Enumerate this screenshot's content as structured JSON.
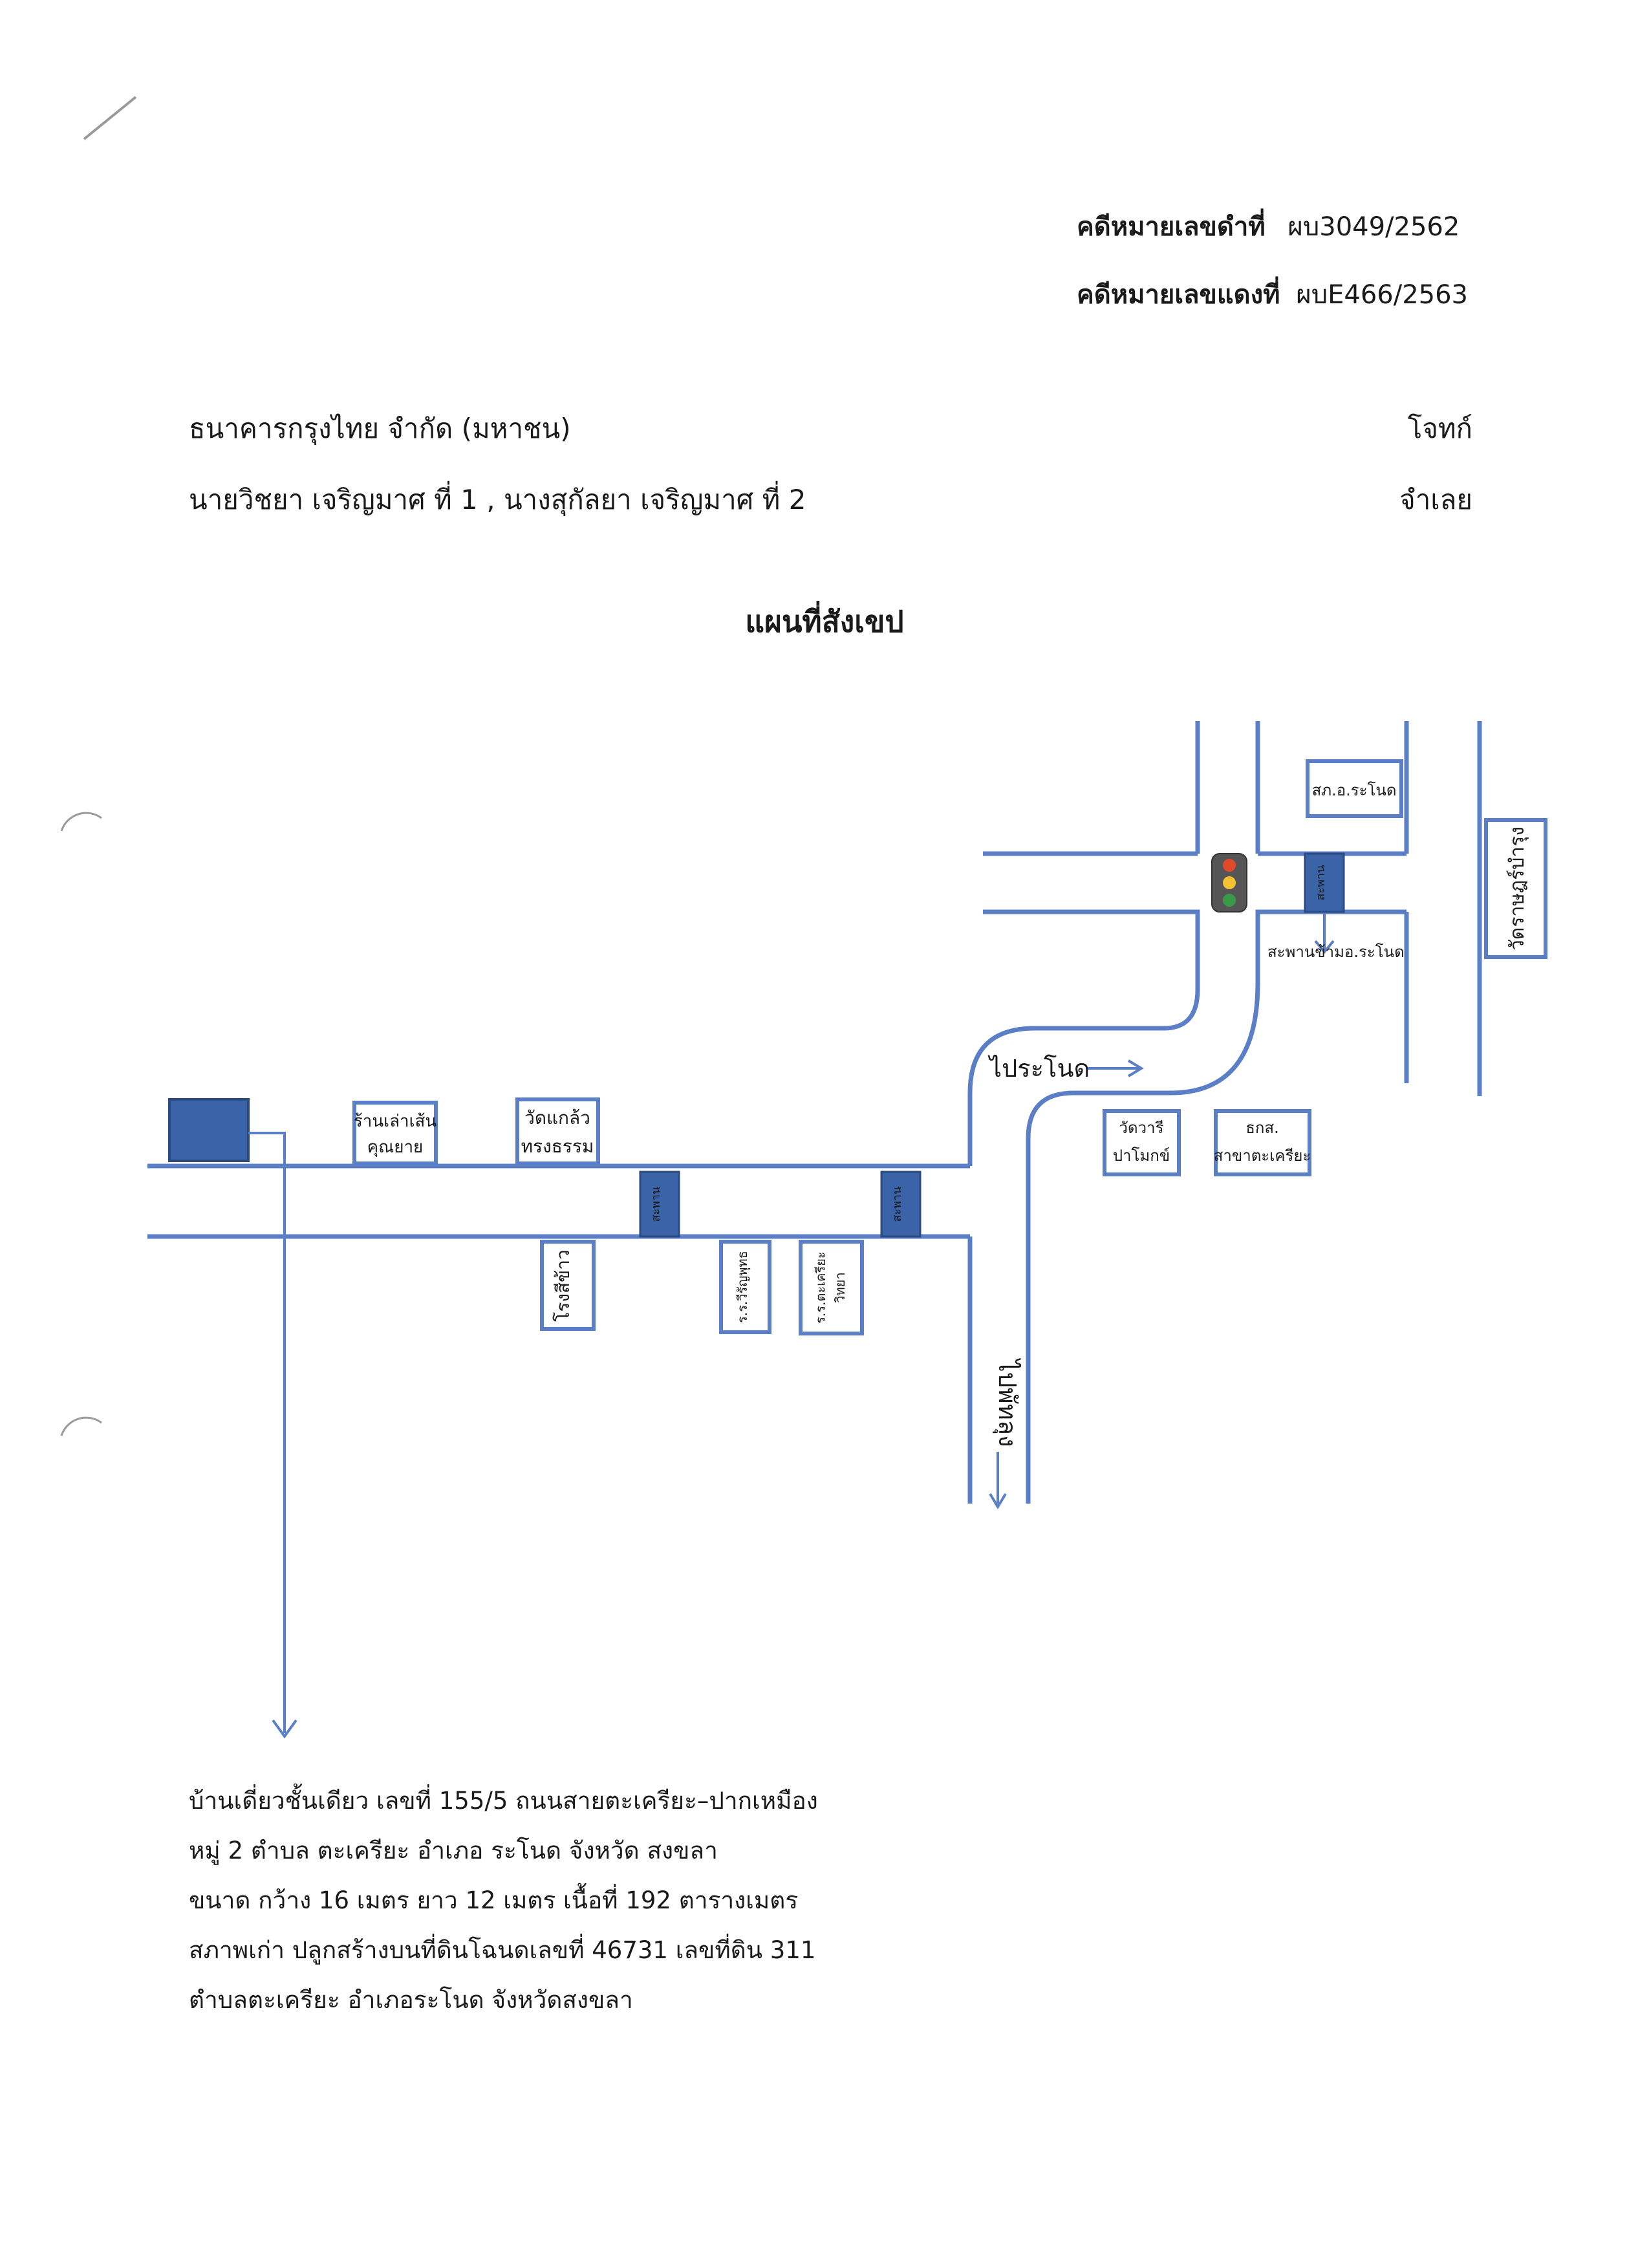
{
  "header": {
    "black_case_label": "คดีหมายเลขดำที่",
    "black_case_no": "ผบ3049/2562",
    "red_case_label": "คดีหมายเลขแดงที่",
    "red_case_no": "ผบE466/2563"
  },
  "parties": {
    "plaintiff": "ธนาคารกรุงไทย จำกัด (มหาชน)",
    "plaintiff_role": "โจทก์",
    "defendants": "นายวิชยา  เจริญมาศ  ที่ 1 ,  นางสุกัลยา  เจริญมาศ  ที่ 2",
    "defendants_role": "จำเลย"
  },
  "title": "แผนที่สังเขป",
  "map": {
    "labels": {
      "noodle_shop_1": "ร้านเล่าเส้น",
      "noodle_shop_2": "คุณยาย",
      "temple_1": "วัดแกล้ว",
      "temple_2": "ทรงธรรม",
      "rice_mill": "โรงสีข้าว",
      "school_1": "ร.ร.วีรัญพุทธ",
      "school_2_a": "ร.ร.ตะเครียะ",
      "school_2_b": "วิทยา",
      "bridge": "สะพาน",
      "to_ranot": "ไประโนด",
      "to_phatthalung": "ไปพัทลุง",
      "wat_wari_1": "วัดวารี",
      "wat_wari_2": "ปาโมกข์",
      "baac_1": "ธกส.",
      "baac_2": "สาขาตะเครียะ",
      "police": "สภ.อ.ระโนด",
      "bridge_ranot": "สะพานข้ามอ.ระโนด",
      "wat_rat": "วัดราษฎร์บำรุง"
    },
    "colors": {
      "road": "#5b7fc7",
      "bridge": "#3a63a8",
      "house": "#3a63a8"
    },
    "icons": [
      "traffic-light-icon",
      "house-marker-icon"
    ]
  },
  "description": [
    "บ้านเดี่ยวชั้นเดียว เลขที่ 155/5 ถนนสายตะเครียะ–ปากเหมือง",
    "หมู่  2    ตำบล ตะเครียะ     อำเภอ ระโนด     จังหวัด สงขลา",
    "ขนาด กว้าง 16 เมตร   ยาว 12  เมตร   เนื้อที่ 192 ตารางเมตร",
    "สภาพเก่า  ปลูกสร้างบนที่ดินโฉนดเลขที่ 46731 เลขที่ดิน 311",
    "ตำบลตะเครียะ  อำเภอระโนด  จังหวัดสงขลา"
  ]
}
